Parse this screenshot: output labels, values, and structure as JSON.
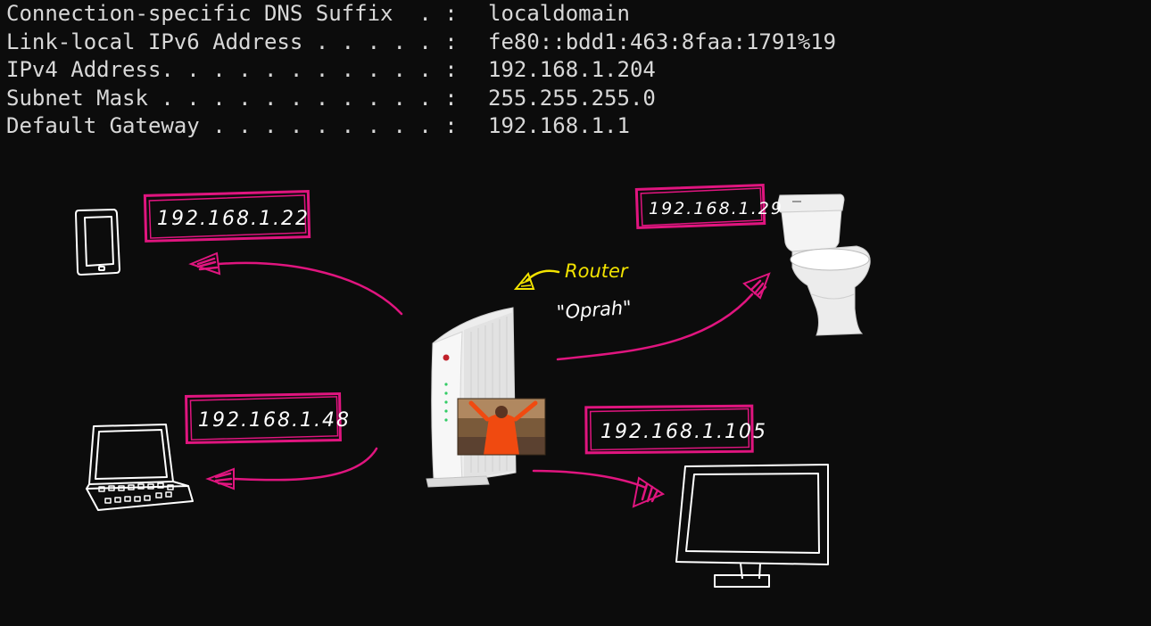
{
  "terminal": {
    "lines": [
      {
        "label": "Connection-specific DNS Suffix  . :",
        "value": "localdomain"
      },
      {
        "label": "Link-local IPv6 Address . . . . . :",
        "value": "fe80::bdd1:463:8faa:1791%19"
      },
      {
        "label": "IPv4 Address. . . . . . . . . . . :",
        "value": "192.168.1.204"
      },
      {
        "label": "Subnet Mask . . . . . . . . . . . :",
        "value": "255.255.255.0"
      },
      {
        "label": "Default Gateway . . . . . . . . . :",
        "value": "192.168.1.1"
      }
    ]
  },
  "diagram": {
    "router_label": "Router",
    "router_name": "\"Oprah\"",
    "devices": {
      "phone_ip": "192.168.1.22",
      "laptop_ip": "192.168.1.48",
      "toilet_ip": "192.168.1.29",
      "monitor_ip": "192.168.1.105"
    },
    "colors": {
      "background": "#0c0c0c",
      "terminal_text": "#d8d8d8",
      "ink_pink": "#e0157f",
      "ink_yellow": "#f2e300",
      "ink_white": "#ffffff"
    }
  }
}
